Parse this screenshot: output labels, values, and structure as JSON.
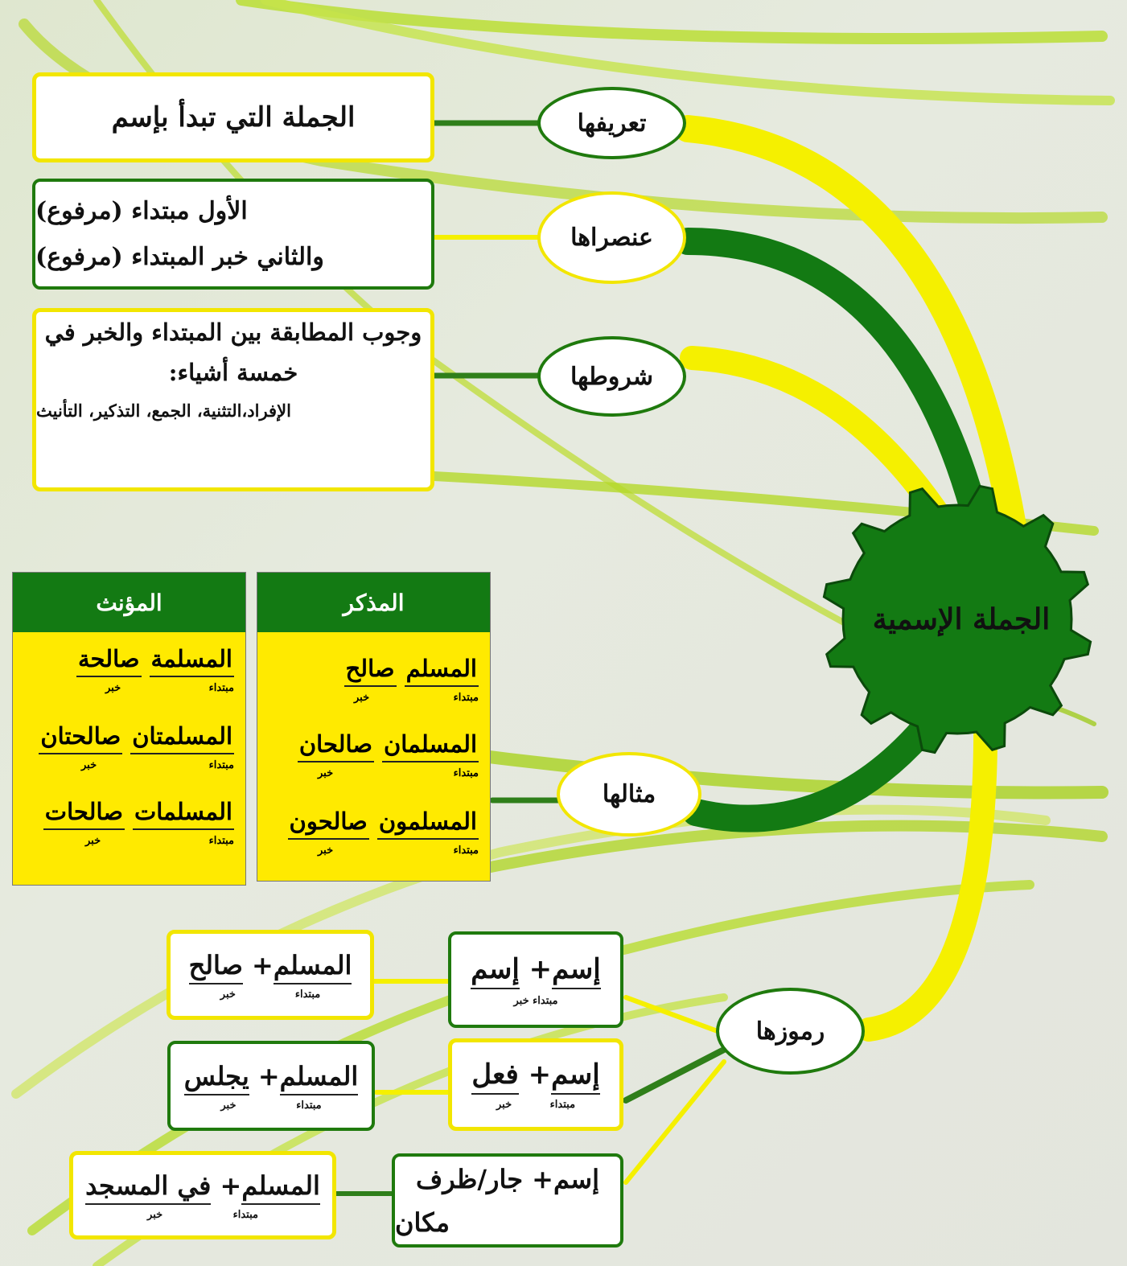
{
  "center": {
    "title": "الجملة الإسمية"
  },
  "branches": {
    "definition": {
      "label": "تعريفها",
      "text": "الجملة التي تبدأ بإسم"
    },
    "elements": {
      "label": "عنصراها",
      "line1": "الأول مبتداء (مرفوع)",
      "line2": "والثاني خبر المبتداء (مرفوع)"
    },
    "conditions": {
      "label": "شروطها",
      "line1": "وجوب المطابقة بين المبتداء والخبر في",
      "line2": "خمسة أشياء:",
      "line3": "الإفراد،التثنية، الجمع، التذكير، التأنيث"
    },
    "examples": {
      "label": "مثالها"
    },
    "symbols": {
      "label": "رموزها"
    }
  },
  "masculine": {
    "header": "المذكر",
    "rows": [
      {
        "mubtada": "المسلم",
        "khabar": "صالح",
        "l_mubtada": "مبتداء",
        "l_khabar": "خبر"
      },
      {
        "mubtada": "المسلمان",
        "khabar": "صالحان",
        "l_mubtada": "مبتداء",
        "l_khabar": "خبر"
      },
      {
        "mubtada": "المسلمون",
        "khabar": "صالحون",
        "l_mubtada": "مبتداء",
        "l_khabar": "خبر"
      }
    ]
  },
  "feminine": {
    "header": "المؤنث",
    "rows": [
      {
        "mubtada": "المسلمة",
        "khabar": "صالحة",
        "l_mubtada": "مبتداء",
        "l_khabar": "خبر"
      },
      {
        "mubtada": "المسلمتان",
        "khabar": "صالحتان",
        "l_mubtada": "مبتداء",
        "l_khabar": "خبر"
      },
      {
        "mubtada": "المسلمات",
        "khabar": "صالحات",
        "l_mubtada": "مبتداء",
        "l_khabar": "خبر"
      }
    ]
  },
  "symbols": [
    {
      "a": "إسم",
      "plus": "+",
      "b": "إسم",
      "sub": "مبتداء خبر",
      "ex_a": "المسلم",
      "ex_b": "صالح",
      "ex_la": "مبتداء",
      "ex_lb": "خبر"
    },
    {
      "a": "إسم",
      "plus": "+",
      "b": "فعل",
      "la": "مبتداء",
      "lb": "خبر",
      "ex_a": "المسلم",
      "ex_b": "يجلس",
      "ex_la": "مبتداء",
      "ex_lb": "خبر"
    },
    {
      "a": "إسم",
      "plus": "+",
      "b": "جار/ظرف",
      "b2": "مكان",
      "ex_a": "المسلم",
      "ex_b": "في المسجد",
      "ex_la": "مبتداء",
      "ex_lb": "خبر"
    }
  ],
  "colors": {
    "dark_green": "#137a13",
    "yellow": "#f5f000",
    "light_green": "#a8d61a"
  }
}
